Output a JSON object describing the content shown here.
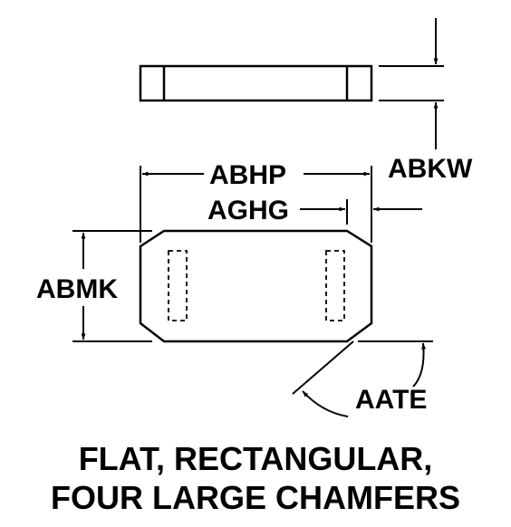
{
  "dimensions": {
    "thickness": "ABKW",
    "overall_length": "ABHP",
    "hole_span": "AGHG",
    "width": "ABMK",
    "chamfer": "AATE"
  },
  "caption": {
    "line1": "FLAT, RECTANGULAR,",
    "line2": "FOUR LARGE CHAMFERS"
  },
  "colors": {
    "ink": "#000000",
    "paper": "#ffffff"
  }
}
